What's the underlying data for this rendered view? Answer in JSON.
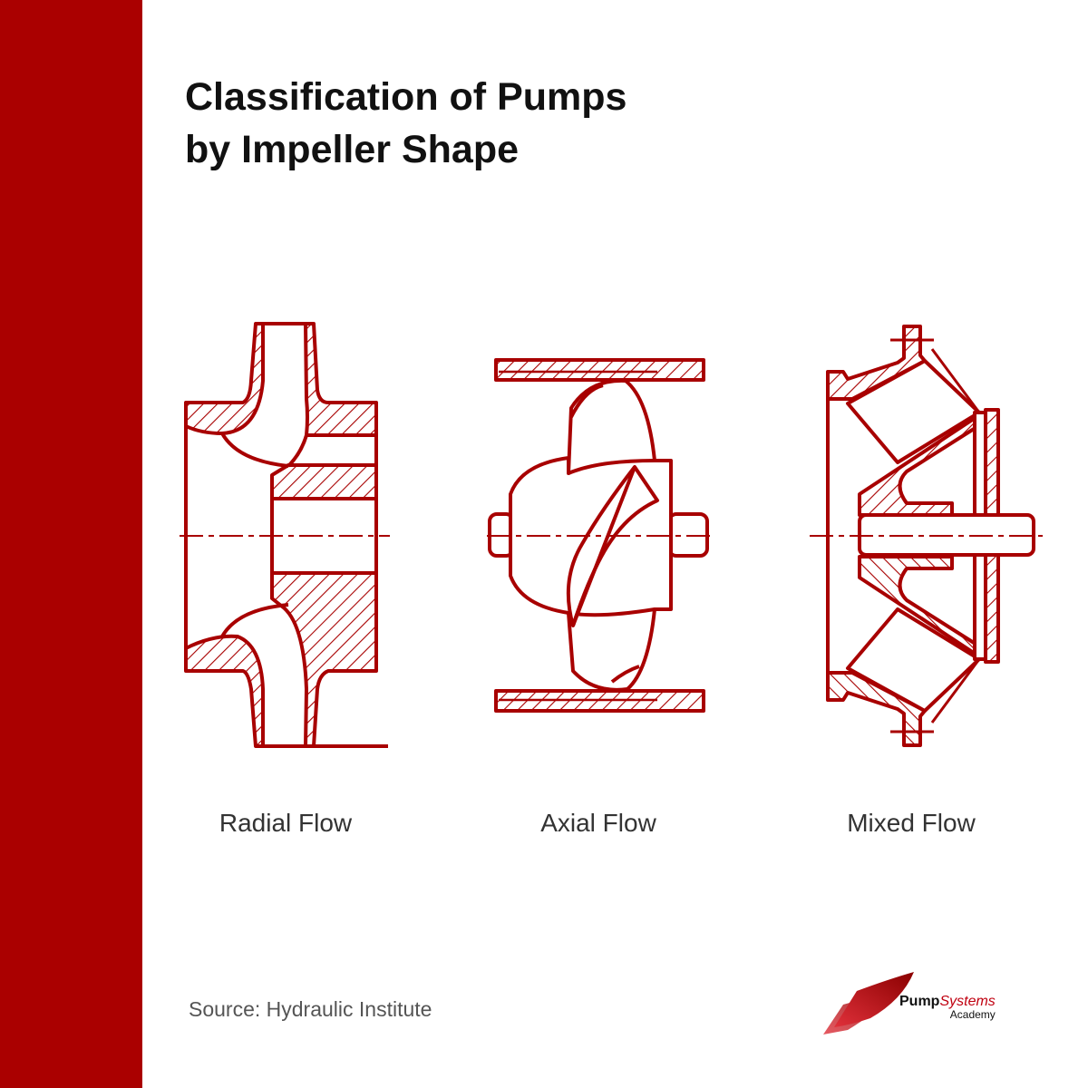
{
  "title": {
    "line1": "Classification of Pumps",
    "line2": "by Impeller Shape"
  },
  "diagrams": [
    {
      "label": "Radial Flow",
      "icon": "radial-flow-impeller-icon"
    },
    {
      "label": "Axial Flow",
      "icon": "axial-flow-impeller-icon"
    },
    {
      "label": "Mixed Flow",
      "icon": "mixed-flow-impeller-icon"
    }
  ],
  "source": "Source: Hydraulic Institute",
  "logo": {
    "word1": "Pump",
    "word2": "Systems",
    "word3": "Academy"
  },
  "colors": {
    "accent": "#aa0000",
    "drawing": "#a80000"
  }
}
